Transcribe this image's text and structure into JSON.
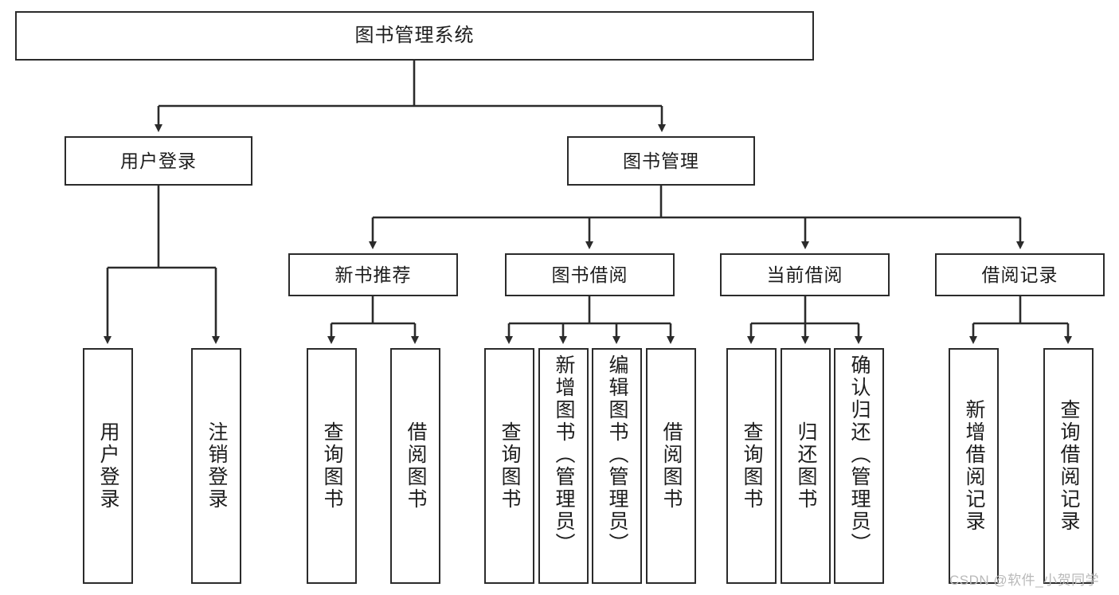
{
  "diagram": {
    "title": "图书管理系统",
    "type": "tree-hierarchy-diagram",
    "colors": {
      "box_border": "#2b2b2b",
      "box_fill": "#ffffff",
      "connector": "#2b2b2b",
      "text": "#1d1d1d",
      "watermark": "#b9b9b9",
      "background": "#ffffff"
    },
    "root": {
      "label": "图书管理系统"
    },
    "level2": [
      {
        "label": "用户登录"
      },
      {
        "label": "图书管理"
      }
    ],
    "level3": [
      {
        "label": "新书推荐"
      },
      {
        "label": "图书借阅"
      },
      {
        "label": "当前借阅"
      },
      {
        "label": "借阅记录"
      }
    ],
    "leaves": {
      "user_login": [
        {
          "label": "用户登录"
        },
        {
          "label": "注销登录"
        }
      ],
      "new_book_recommend": [
        {
          "label": "查询图书"
        },
        {
          "label": "借阅图书"
        }
      ],
      "book_borrow": [
        {
          "label": "查询图书"
        },
        {
          "label": "新增图书（管理员）"
        },
        {
          "label": "编辑图书（管理员）"
        },
        {
          "label": "借阅图书"
        }
      ],
      "current_borrow": [
        {
          "label": "查询图书"
        },
        {
          "label": "归还图书"
        },
        {
          "label": "确认归还（管理员）"
        }
      ],
      "borrow_record": [
        {
          "label": "新增借阅记录"
        },
        {
          "label": "查询借阅记录"
        }
      ]
    },
    "watermark": "CSDN @软件_小贺同学"
  }
}
